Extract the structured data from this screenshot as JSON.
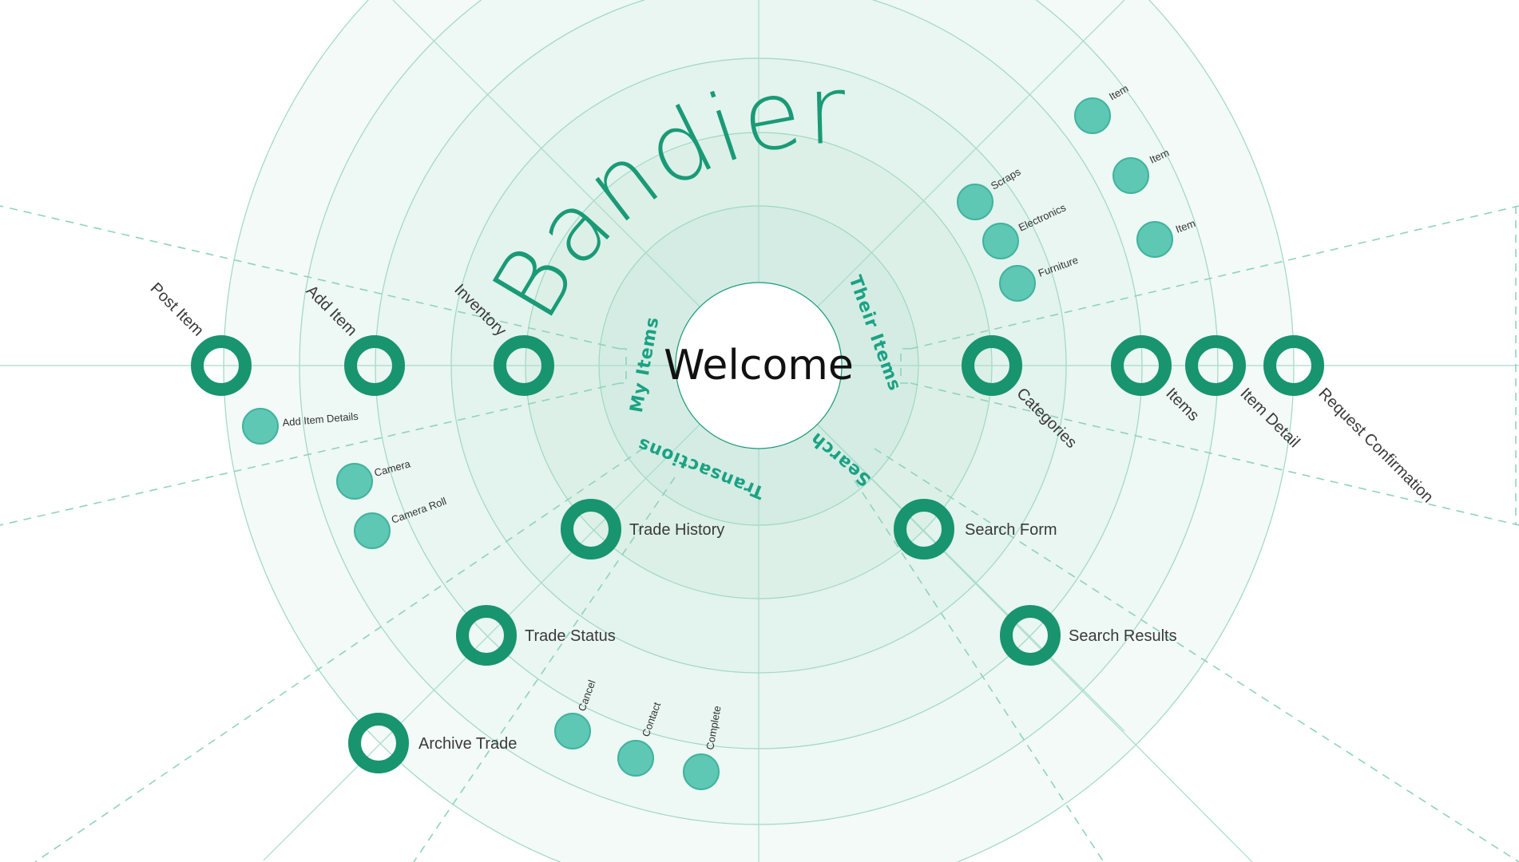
{
  "title": "Bandier IA",
  "center_label": "Welcome",
  "colors": {
    "accent": "#18946f",
    "accent_light": "#5ec8b5",
    "ring_1": "#d4ece3",
    "ring_2": "#dcf0e8",
    "ring_3": "#e3f3ed",
    "ring_4": "#e9f6f1",
    "ring_5": "#eef8f4",
    "ring_6": "#f3faf7"
  },
  "sections": [
    {
      "id": "my-items",
      "label": "My Items"
    },
    {
      "id": "their-items",
      "label": "Their Items"
    },
    {
      "id": "search",
      "label": "Search"
    },
    {
      "id": "transactions",
      "label": "Transactions"
    }
  ],
  "major_nodes": [
    {
      "id": "inventory",
      "label": "Inventory"
    },
    {
      "id": "add-item",
      "label": "Add Item"
    },
    {
      "id": "post-item",
      "label": "Post Item"
    },
    {
      "id": "categories",
      "label": "Categories"
    },
    {
      "id": "items",
      "label": "Items"
    },
    {
      "id": "item-detail",
      "label": "Item Detail"
    },
    {
      "id": "request-confirmation",
      "label": "Request Confirmation"
    },
    {
      "id": "trade-history",
      "label": "Trade History"
    },
    {
      "id": "trade-status",
      "label": "Trade Status"
    },
    {
      "id": "archive-trade",
      "label": "Archive Trade"
    },
    {
      "id": "search-form",
      "label": "Search Form"
    },
    {
      "id": "search-results",
      "label": "Search Results"
    }
  ],
  "minor_nodes": [
    {
      "id": "add-item-details",
      "label": "Add Item Details"
    },
    {
      "id": "camera",
      "label": "Camera"
    },
    {
      "id": "camera-roll",
      "label": "Camera Roll"
    },
    {
      "id": "scraps",
      "label": "Scraps"
    },
    {
      "id": "electronics",
      "label": "Electronics"
    },
    {
      "id": "furniture",
      "label": "Furniture"
    },
    {
      "id": "item-1",
      "label": "Item"
    },
    {
      "id": "item-2",
      "label": "Item"
    },
    {
      "id": "item-3",
      "label": "Item"
    },
    {
      "id": "cancel",
      "label": "Cancel"
    },
    {
      "id": "contact",
      "label": "Contact"
    },
    {
      "id": "complete",
      "label": "Complete"
    }
  ]
}
